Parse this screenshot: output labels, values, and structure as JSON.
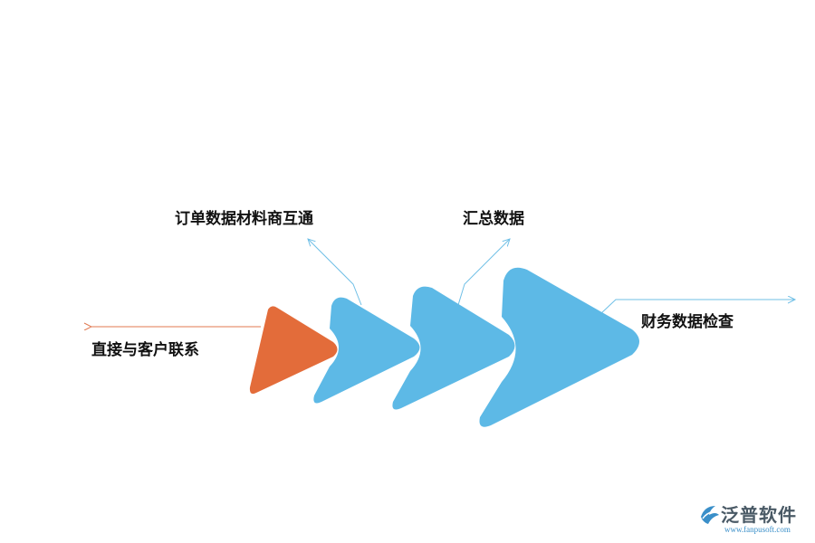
{
  "labels": {
    "contact": "直接与客户联系",
    "order": "订单数据材料商互通",
    "summary": "汇总数据",
    "finance": "财务数据检查"
  },
  "logo": {
    "name": "泛普软件",
    "url": "www.fanpusoft.com"
  },
  "colors": {
    "orange": "#E36C3A",
    "blue": "#5DB9E6",
    "orange_line": "#E07850",
    "blue_line": "#6FBFE6"
  }
}
